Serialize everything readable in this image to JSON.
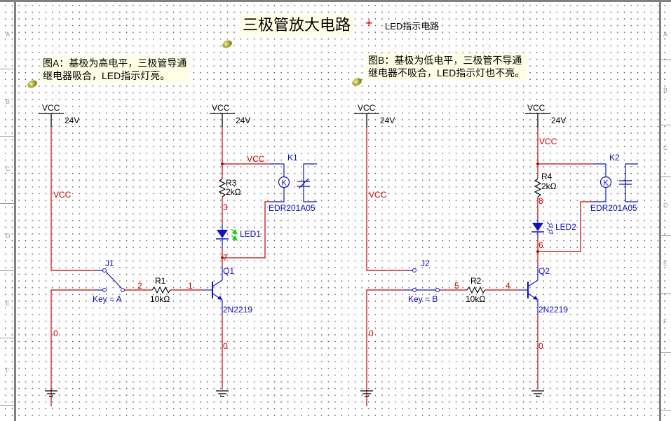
{
  "title": {
    "main": "三极管放大电路",
    "plus": "+",
    "sub": "LED指示电路"
  },
  "notes": {
    "a": "图A：基极为高电平，三极管导通\n继电器吸合，LED指示灯亮。",
    "b": "图B：基极为低电平，三极管不导通\n继电器不吸合，LED指示灯也不亮。"
  },
  "zones": [
    "A",
    "B",
    "C",
    "D",
    "E",
    "F"
  ],
  "colors": {
    "wire_red": "#c00000",
    "component_blue": "#1010c0",
    "led_green": "#22cc22",
    "note_bg": "#ffffe6"
  },
  "circuit_a": {
    "vcc_left": {
      "label": "VCC",
      "voltage": "24V",
      "net": "VCC"
    },
    "vcc_right": {
      "label": "VCC",
      "voltage": "24V"
    },
    "relay_net": "VCC",
    "switch": {
      "ref": "J1",
      "key": "Key = A",
      "state": "closed-to-lower"
    },
    "r1": {
      "ref": "R1",
      "value": "10kΩ"
    },
    "r3": {
      "ref": "R3",
      "value": "2kΩ"
    },
    "led": {
      "ref": "LED1",
      "state": "on"
    },
    "relay": {
      "ref": "K1",
      "model": "EDR201A05",
      "coil": "K"
    },
    "transistor": {
      "ref": "Q1",
      "model": "2N2219"
    },
    "nodes": {
      "n1": "1",
      "n2": "2",
      "n3": "3",
      "n7": "7",
      "gnd_left": "0",
      "gnd_right": "0"
    }
  },
  "circuit_b": {
    "vcc_left": {
      "label": "VCC",
      "voltage": "24V",
      "net": "VCC"
    },
    "vcc_right": {
      "label": "VCC",
      "voltage": "24V",
      "net": "VCC"
    },
    "switch": {
      "ref": "J2",
      "key": "Key = B",
      "state": "open"
    },
    "r2": {
      "ref": "R2",
      "value": "10kΩ"
    },
    "r4": {
      "ref": "R4",
      "value": "2kΩ"
    },
    "led": {
      "ref": "LED2",
      "state": "off"
    },
    "relay": {
      "ref": "K2",
      "model": "EDR201A05",
      "coil": "K"
    },
    "transistor": {
      "ref": "Q2",
      "model": "2N2219"
    },
    "nodes": {
      "n4": "4",
      "n5": "5",
      "n6": "6",
      "n8": "8",
      "gnd_left": "0",
      "gnd_right": "0"
    }
  }
}
